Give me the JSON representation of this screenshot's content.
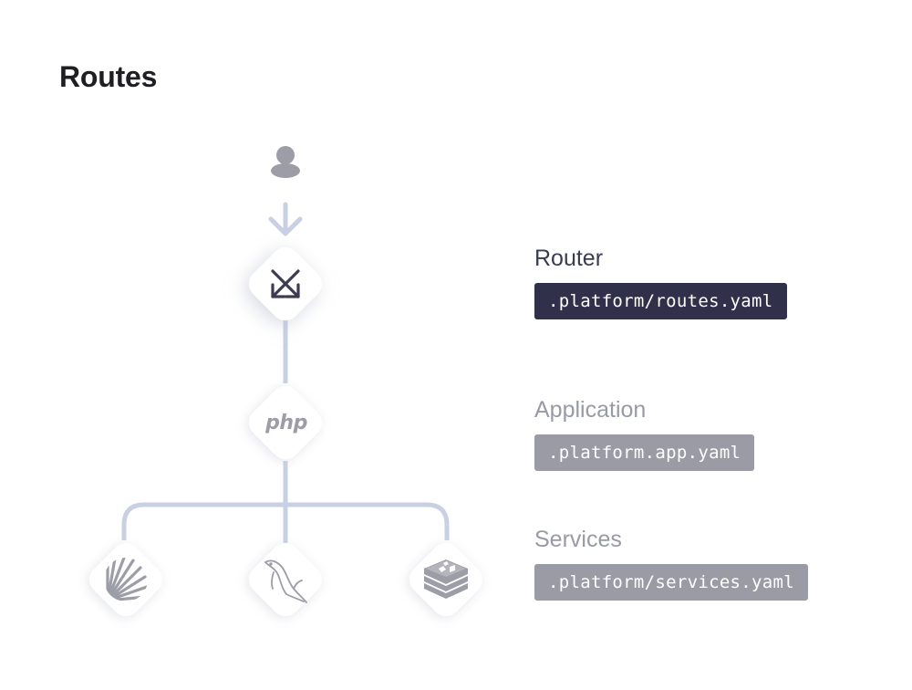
{
  "page": {
    "title": "Routes"
  },
  "diagram": {
    "app_runtime_text": "php",
    "nodes": {
      "user": "user-icon",
      "router": "router-icon",
      "application": "php-icon",
      "services": [
        "elasticsearch-icon",
        "mysql-icon",
        "redis-icon"
      ]
    }
  },
  "labels": {
    "router": {
      "title": "Router",
      "file": ".platform/routes.yaml"
    },
    "application": {
      "title": "Application",
      "file": ".platform.app.yaml"
    },
    "services": {
      "title": "Services",
      "file": ".platform/services.yaml"
    }
  },
  "colors": {
    "connector": "#c9d0e3",
    "router_chip": "#31304a",
    "muted_chip": "#9b9ba5",
    "icon_dark": "#3c3b52",
    "icon_muted": "#9d9da8"
  }
}
